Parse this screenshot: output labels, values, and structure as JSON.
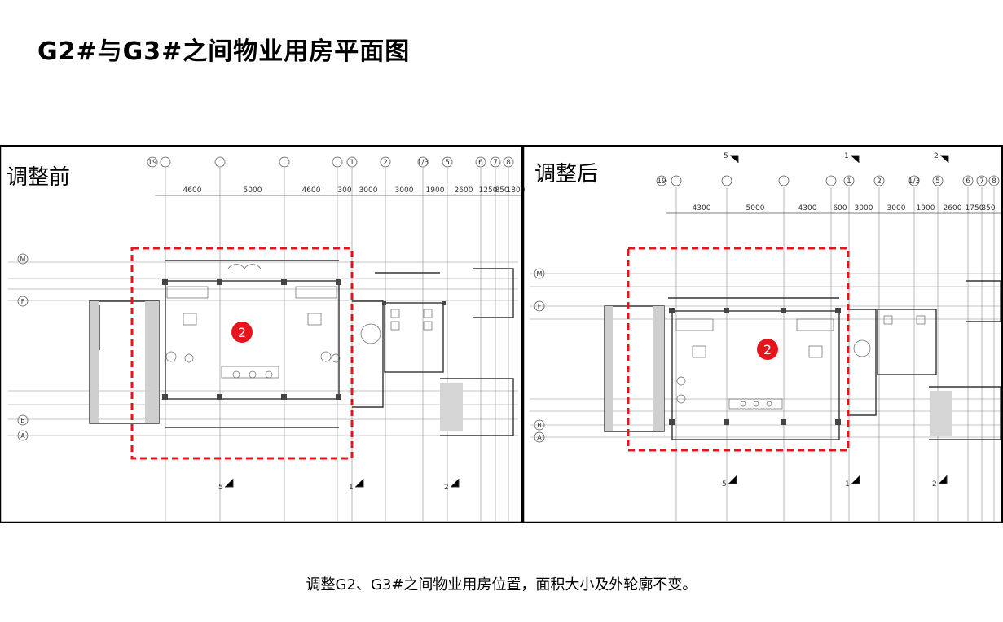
{
  "title": "G2#与G3#之间物业用房平面图",
  "panels": {
    "before_label": "调整前",
    "after_label": "调整后",
    "marker_number": "2"
  },
  "caption": "调整G2、G3#之间物业用房位置，面积大小及外轮廓不变。",
  "drawing": {
    "dimensions_before": [
      "4600",
      "5000",
      "4600",
      "300",
      "3000",
      "3000",
      "1900",
      "2600",
      "1250",
      "850",
      "1800"
    ],
    "dimensions_after": [
      "4300",
      "5000",
      "4300",
      "600",
      "3000",
      "3000",
      "1900",
      "2600",
      "1750",
      "850"
    ],
    "axes_top_before": [
      "19",
      "1",
      "2",
      "1/3",
      "5",
      "6",
      "7",
      "8"
    ],
    "axes_top_after": [
      "19",
      "1",
      "2",
      "1/3",
      "5",
      "6",
      "7",
      "8"
    ],
    "axes_left": [
      "M",
      "F",
      "B",
      "A"
    ],
    "section_marks": [
      "5",
      "1",
      "2"
    ],
    "highlight_color": "#e8141b",
    "marker_color": "#e8141b"
  }
}
